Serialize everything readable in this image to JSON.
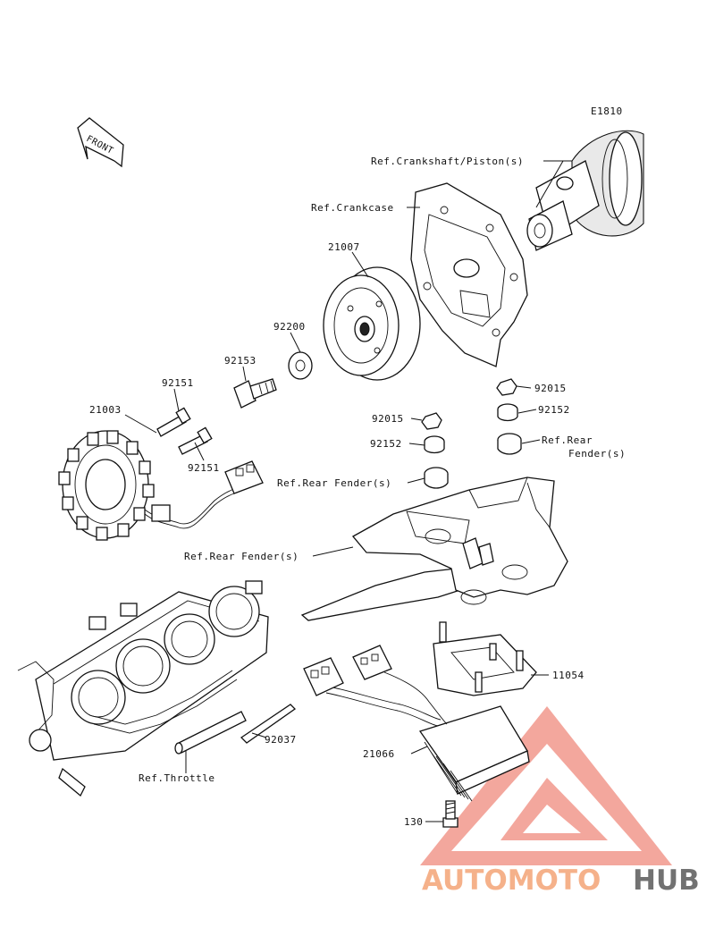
{
  "figure_code": "E1810",
  "front_marker": "FRONT",
  "callouts": [
    {
      "id": "ref-crankshaft",
      "text": "Ref.Crankshaft/Piston(s)"
    },
    {
      "id": "ref-crankcase",
      "text": "Ref.Crankcase"
    },
    {
      "id": "p21007",
      "text": "21007"
    },
    {
      "id": "p92200",
      "text": "92200"
    },
    {
      "id": "p92153",
      "text": "92153"
    },
    {
      "id": "p92151a",
      "text": "92151"
    },
    {
      "id": "p21003",
      "text": "21003"
    },
    {
      "id": "p92151b",
      "text": "92151"
    },
    {
      "id": "p92015a",
      "text": "92015"
    },
    {
      "id": "p92152a",
      "text": "92152"
    },
    {
      "id": "ref-rear-fender-1",
      "text": "Ref.Rear",
      "text2": "Fender(s)"
    },
    {
      "id": "p92015b",
      "text": "92015"
    },
    {
      "id": "p92152b",
      "text": "92152"
    },
    {
      "id": "ref-rear-fender-2",
      "text": "Ref.Rear Fender(s)"
    },
    {
      "id": "ref-rear-fender-3",
      "text": "Ref.Rear Fender(s)"
    },
    {
      "id": "p11054",
      "text": "11054"
    },
    {
      "id": "p92037",
      "text": "92037"
    },
    {
      "id": "p21066",
      "text": "21066"
    },
    {
      "id": "ref-throttle",
      "text": "Ref.Throttle"
    },
    {
      "id": "p130",
      "text": "130"
    }
  ],
  "watermark": {
    "part1": "AUTOMOTO",
    "part2": "HUB",
    "color_primary": "#f07f72",
    "color_secondary": "#f6b27a",
    "color_dark": "#555555"
  }
}
